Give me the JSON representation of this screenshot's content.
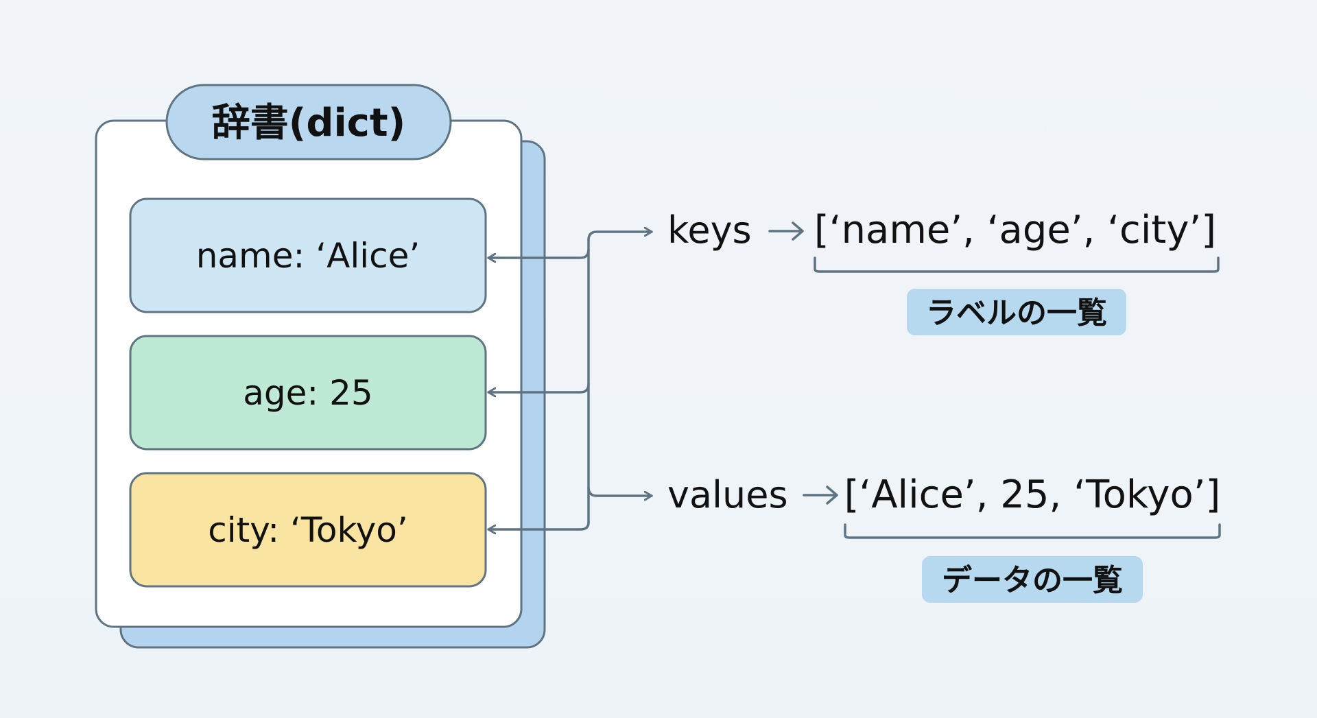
{
  "title": "辞書(dict)",
  "entries": [
    {
      "text": "name: ‘Alice’",
      "key": "name",
      "value": "‘Alice’",
      "color": "#cfe6f4"
    },
    {
      "text": "age: 25",
      "key": "age",
      "value": "25",
      "color": "#bde9d5"
    },
    {
      "text": "city: ‘Tokyo’",
      "key": "city",
      "value": "‘Tokyo’",
      "color": "#f9e4a2"
    }
  ],
  "keys": {
    "label": "keys",
    "arrow": "→",
    "list": "[‘name’, ‘age’, ‘city’]",
    "badge": "ラベルの一覧"
  },
  "values": {
    "label": "values",
    "arrow": "→",
    "list": "[‘Alice’, 25, ‘Tokyo’]",
    "badge": "データの一覧"
  },
  "colors": {
    "stroke": "#5f7482",
    "title_fill": "#b9d8ef",
    "shadow_card": "#b3d3ee",
    "badge_fill": "#b7d9ef"
  }
}
